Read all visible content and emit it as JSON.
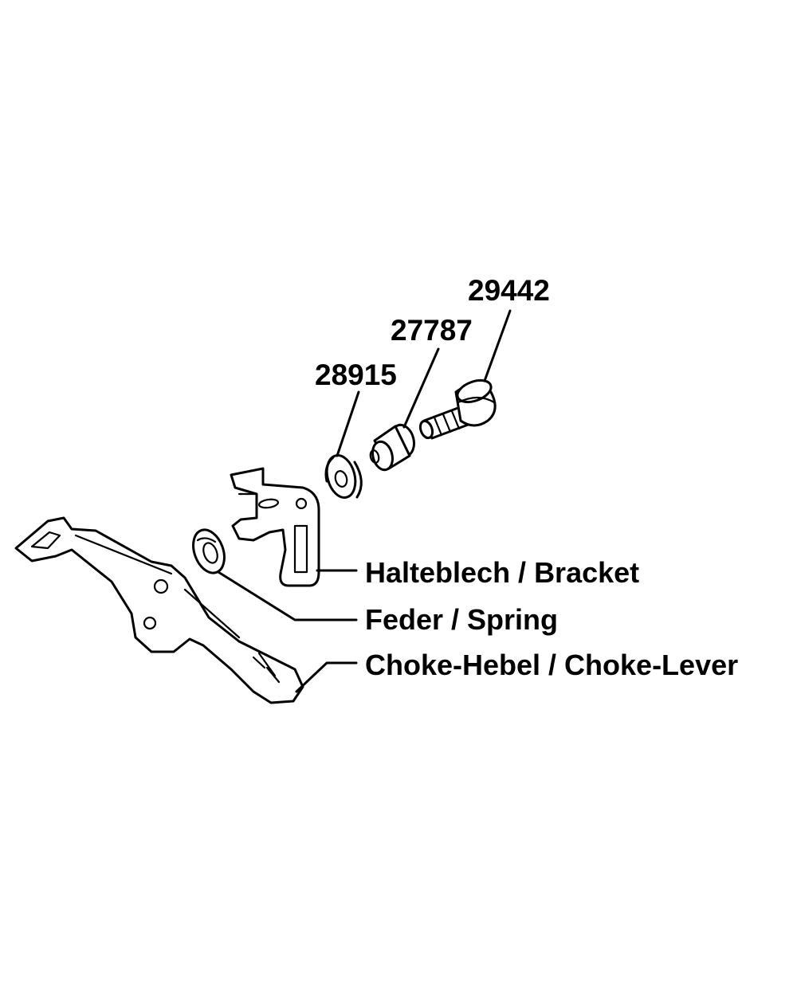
{
  "part_numbers": {
    "screw": "29442",
    "bushing": "27787",
    "washer": "28915"
  },
  "part_labels": {
    "bracket": "Halteblech / Bracket",
    "spring": "Feder / Spring",
    "choke_lever": "Choke-Hebel / Choke-Lever"
  },
  "colors": {
    "ink": "#000000",
    "background": "#ffffff"
  }
}
